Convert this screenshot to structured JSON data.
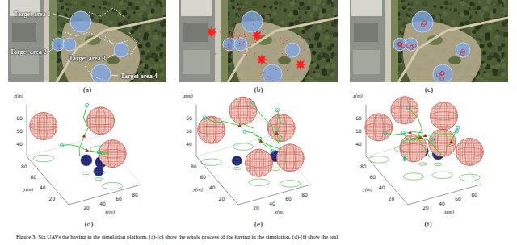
{
  "diagram": {
    "caption": "Figure 3: Six UAVs the having in the simulation platform. (a)-(c) show the whole process of the having in the simulation. (d)-(f) show the real",
    "labels": [
      "Target area 1",
      "Target area 2",
      "Target area 3",
      "Target area 4",
      "(a)",
      "(b)",
      "(c)",
      "z(m)",
      "60",
      "50",
      "40",
      "y(m)",
      "80",
      "60",
      "40",
      "20",
      "x(m)",
      "20",
      "40",
      "60",
      "80",
      "(d)",
      "z(m)",
      "60",
      "50",
      "40",
      "y(m)",
      "80",
      "60",
      "40",
      "20",
      "x(m)",
      "20",
      "40",
      "60",
      "80",
      "(e)",
      "z(m)",
      "60",
      "50",
      "40",
      "y(m)",
      "80",
      "60",
      "40",
      "20",
      "x(m)",
      "20",
      "40",
      "60",
      "80",
      "(f)"
    ]
  }
}
